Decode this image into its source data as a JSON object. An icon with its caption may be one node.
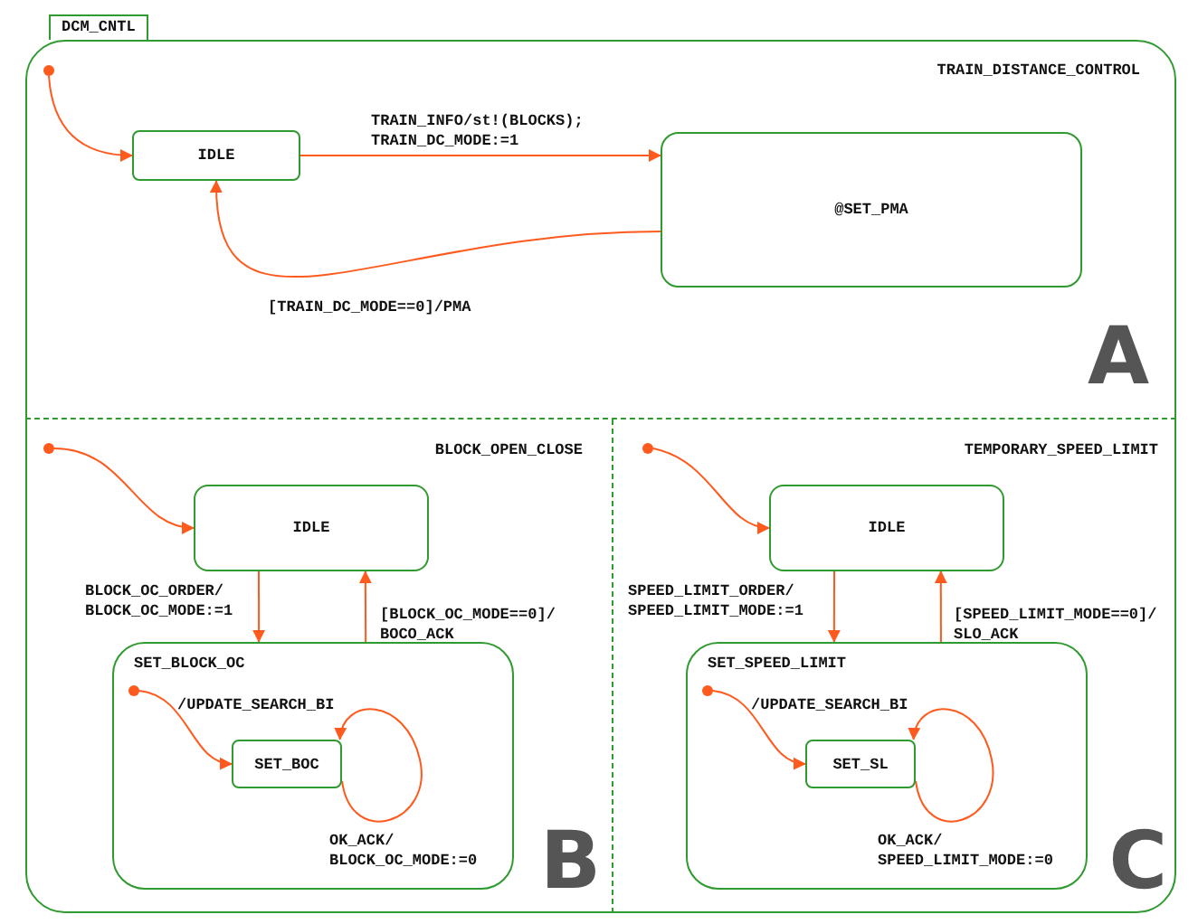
{
  "diagram": {
    "nodes": [
      {
        "text": [
          "DCM_CNTL"
        ]
      },
      {
        "text": [
          "TRAIN_DISTANCE_CONTROL",
          "A"
        ],
        "in": 0
      },
      {
        "text": [
          "BLOCK_OPEN_CLOSE",
          "B"
        ],
        "in": 0
      },
      {
        "text": [
          "TEMPORARY_SPEED_LIMIT",
          "C"
        ],
        "in": 0
      },
      {
        "text": [],
        "shape": "circle",
        "in": 1
      },
      {
        "text": [
          "IDLE"
        ],
        "in": 1
      },
      {
        "text": [
          "@SET_PMA"
        ],
        "in": 1
      },
      {
        "text": [],
        "shape": "circle",
        "in": 2
      },
      {
        "text": [
          "IDLE"
        ],
        "in": 2
      },
      {
        "text": [
          "SET_BLOCK_OC"
        ],
        "in": 2
      },
      {
        "text": [],
        "shape": "circle",
        "in": 9
      },
      {
        "text": [
          "SET_BOC"
        ],
        "in": 9
      },
      {
        "text": [],
        "shape": "circle",
        "in": 3
      },
      {
        "text": [
          "IDLE"
        ],
        "in": 3
      },
      {
        "text": [
          "SET_SPEED_LIMIT"
        ],
        "in": 3
      },
      {
        "text": [],
        "shape": "circle",
        "in": 14
      },
      {
        "text": [
          "SET_SL"
        ],
        "in": 14
      }
    ],
    "edges": [
      {
        "from": 4,
        "to": 5,
        "arrow": "to"
      },
      {
        "from": 5,
        "to": 6,
        "arrow": "to",
        "label": "TRAIN_INFO/st!(BLOCKS); TRAIN_DC_MODE:=1"
      },
      {
        "from": 6,
        "to": 5,
        "arrow": "to",
        "label": "[TRAIN_DC_MODE==0]/PMA"
      },
      {
        "from": 7,
        "to": 8,
        "arrow": "to"
      },
      {
        "from": 8,
        "to": 9,
        "arrow": "to",
        "label": "BLOCK_OC_ORDER/ BLOCK_OC_MODE:=1"
      },
      {
        "from": 9,
        "to": 8,
        "arrow": "to",
        "label": "[BLOCK_OC_MODE==0]/ BOCO_ACK"
      },
      {
        "from": 10,
        "to": 11,
        "arrow": "to",
        "label": "/UPDATE_SEARCH_BI"
      },
      {
        "from": 11,
        "to": 11,
        "arrow": "to",
        "label": "OK_ACK/ BLOCK_OC_MODE:=0"
      },
      {
        "from": 12,
        "to": 13,
        "arrow": "to"
      },
      {
        "from": 13,
        "to": 14,
        "arrow": "to",
        "label": "SPEED_LIMIT_ORDER/ SPEED_LIMIT_MODE:=1"
      },
      {
        "from": 14,
        "to": 13,
        "arrow": "to",
        "label": "[SPEED_LIMIT_MODE==0]/ SLO_ACK"
      },
      {
        "from": 15,
        "to": 16,
        "arrow": "to",
        "label": "/UPDATE_SEARCH_BI"
      },
      {
        "from": 16,
        "to": 16,
        "arrow": "to",
        "label": "OK_ACK/ SPEED_LIMIT_MODE:=0"
      }
    ]
  }
}
